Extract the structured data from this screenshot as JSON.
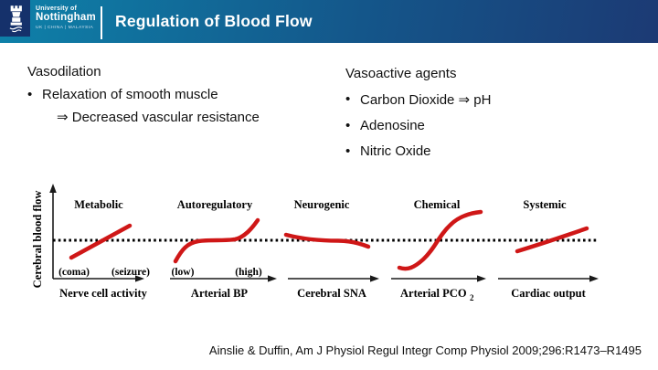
{
  "slide": {
    "banner": {
      "university_line1": "University of",
      "university_line2": "Nottingham",
      "campuses": "UK | CHINA | MALAYSIA",
      "title": "Regulation of Blood Flow",
      "colors": {
        "teal": "#0e81a9",
        "navy": "#1c3a74",
        "logo_square": "#15316b"
      }
    },
    "left_column": {
      "heading": "Vasodilation",
      "bullet_char": "•",
      "bullet_1": "Relaxation of smooth muscle",
      "sub_line": "⇒ Decreased vascular resistance"
    },
    "right_column": {
      "heading": "Vasoactive agents",
      "bullet_char": "•",
      "bullets": [
        "Carbon Dioxide ⇒ pH",
        "Adenosine",
        "Nitric Oxide"
      ]
    },
    "citation": "Ainslie & Duffin, Am J Physiol Regul Integr Comp Physiol 2009;296:R1473–R1495"
  },
  "figure": {
    "ylabel": "Cerebral blood flow",
    "curve_color": "#cf1717",
    "baseline_style": "dotted horizontal reference line at resting cerebral blood flow",
    "panels": [
      {
        "title": "Metabolic",
        "xlabel": "Nerve cell activity",
        "x_min_label": "(coma)",
        "x_max_label": "(seizure)",
        "curve_shape": "straight rising line crossing baseline"
      },
      {
        "title": "Autoregulatory",
        "xlabel": "Arterial BP",
        "x_min_label": "(low)",
        "x_max_label": "(high)",
        "curve_shape": "rise then plateau at baseline then rise"
      },
      {
        "title": "Neurogenic",
        "xlabel": "Cerebral SNA",
        "curve_shape": "nearly flat with slight decline below baseline"
      },
      {
        "title": "Chemical",
        "xlabel": "Arterial PCO",
        "xlabel_subscript": "2",
        "curve_shape": "sigmoid rising through baseline"
      },
      {
        "title": "Systemic",
        "xlabel": "Cardiac output",
        "curve_shape": "gentle straight rise crossing baseline"
      }
    ]
  }
}
